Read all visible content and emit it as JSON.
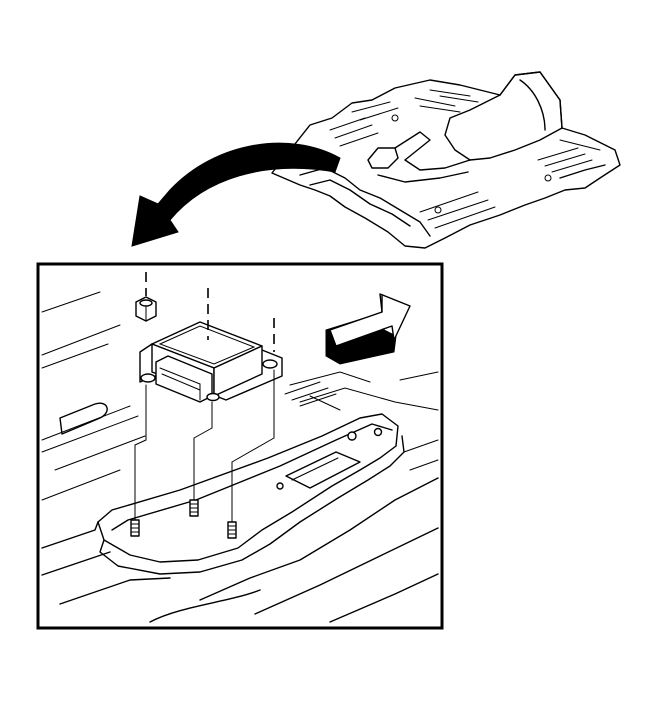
{
  "figure": {
    "colors": {
      "ink": "#000000",
      "paper": "#ffffff"
    },
    "parts": [
      "floor-panel-overview",
      "location-arrow",
      "detail-frame",
      "sdm-module",
      "retaining-nut",
      "mounting-studs",
      "direction-arrow"
    ]
  }
}
